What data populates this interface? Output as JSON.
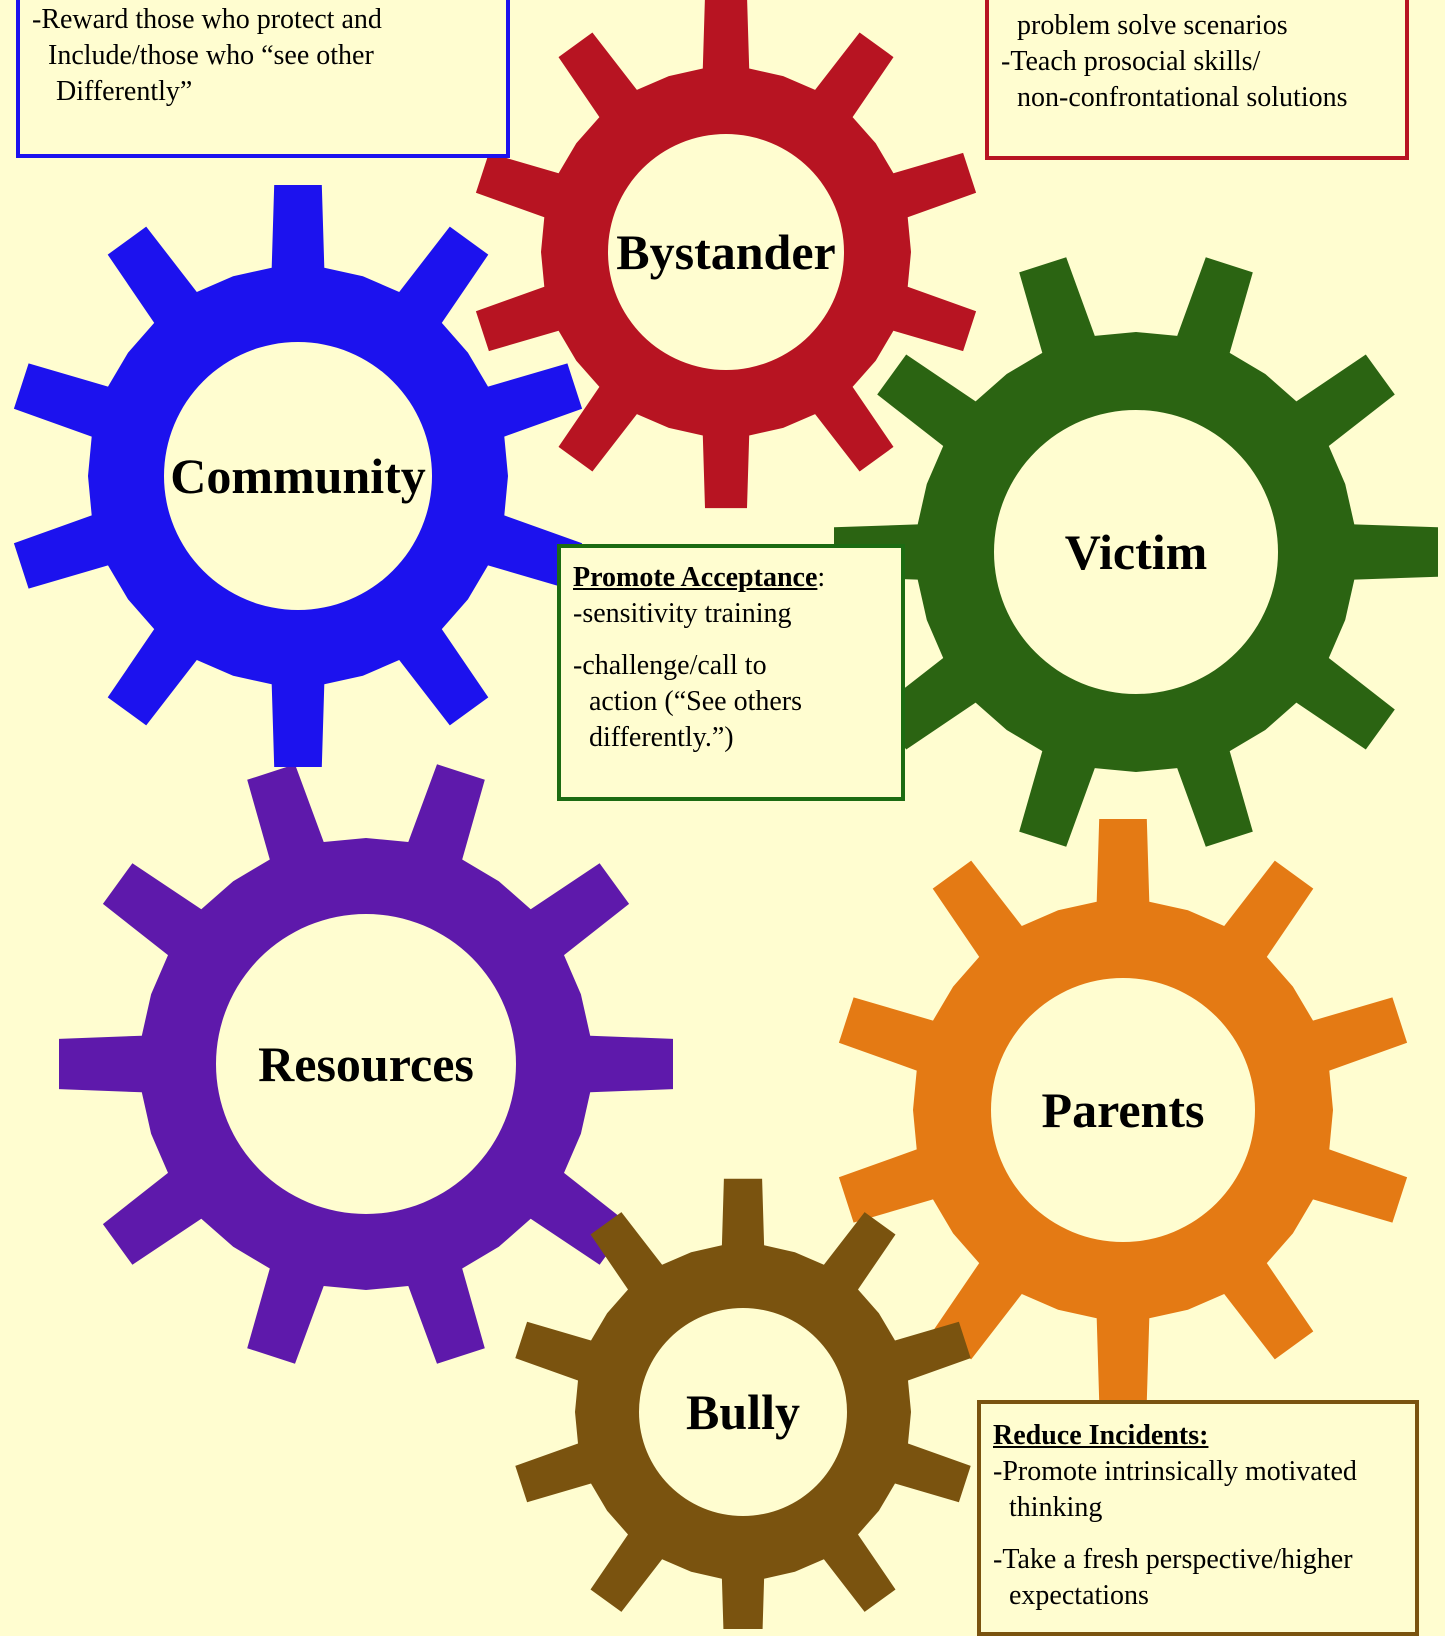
{
  "colors": {
    "background": "#fffdd0",
    "community": "#1c12ee",
    "bystander": "#b71422",
    "victim": "#2b6412",
    "resources": "#5e19ab",
    "parents": "#e47a14",
    "bully": "#7a530f",
    "gear_center": "#fffdd0"
  },
  "gears": [
    {
      "id": "resources",
      "label": "Resources",
      "color_key": "resources"
    },
    {
      "id": "community",
      "label": "Community",
      "color_key": "community"
    },
    {
      "id": "bystander",
      "label": "Bystander",
      "color_key": "bystander"
    },
    {
      "id": "victim",
      "label": "Victim",
      "color_key": "victim"
    },
    {
      "id": "parents",
      "label": "Parents",
      "color_key": "parents"
    },
    {
      "id": "bully",
      "label": "Bully",
      "color_key": "bully"
    }
  ],
  "boxes": {
    "community": {
      "border_color": "#1c12ee",
      "lines": [
        "-Reward those who protect and",
        "Include/those who “see other",
        "Differently”"
      ]
    },
    "bystander": {
      "border_color": "#b71422",
      "lines": [
        "problem solve scenarios",
        "-Teach prosocial skills/",
        "non-confrontational solutions"
      ]
    },
    "victim": {
      "border_color": "#1c6b12",
      "heading": "Promote Acceptance",
      "heading_suffix": ":",
      "lines": [
        "-sensitivity  training",
        "-challenge/call to",
        "action (“See others",
        "differently.”)"
      ]
    },
    "bully": {
      "border_color": "#7a530f",
      "heading": "Reduce Incidents:",
      "lines": [
        "-Promote intrinsically motivated",
        "thinking",
        "-Take a fresh perspective/higher",
        "expectations"
      ]
    }
  }
}
